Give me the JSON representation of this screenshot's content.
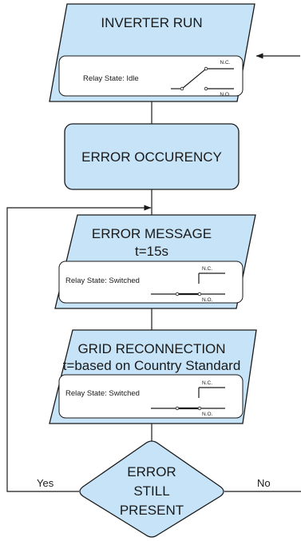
{
  "colors": {
    "box_fill": "#c6e3f7",
    "stroke": "#1a1a1a",
    "background": "#ffffff"
  },
  "inverter_run": {
    "title": "INVERTER RUN",
    "relay_label": "Relay State: Idle",
    "nc": "N.C.",
    "no": "N.O."
  },
  "error_occurency": {
    "title": "ERROR OCCURENCY"
  },
  "error_message": {
    "title": "ERROR MESSAGE",
    "subtitle": "t=15s",
    "relay_label": "Relay State: Switched",
    "nc": "N.C.",
    "no": "N.O."
  },
  "grid_reconnection": {
    "title": "GRID RECONNECTION",
    "subtitle": "t=based on Country Standard",
    "relay_label": "Relay State: Switched",
    "nc": "N.C.",
    "no": "N.O."
  },
  "decision": {
    "line1": "ERROR",
    "line2": "STILL",
    "line3": "PRESENT",
    "yes": "Yes",
    "no": "No"
  }
}
